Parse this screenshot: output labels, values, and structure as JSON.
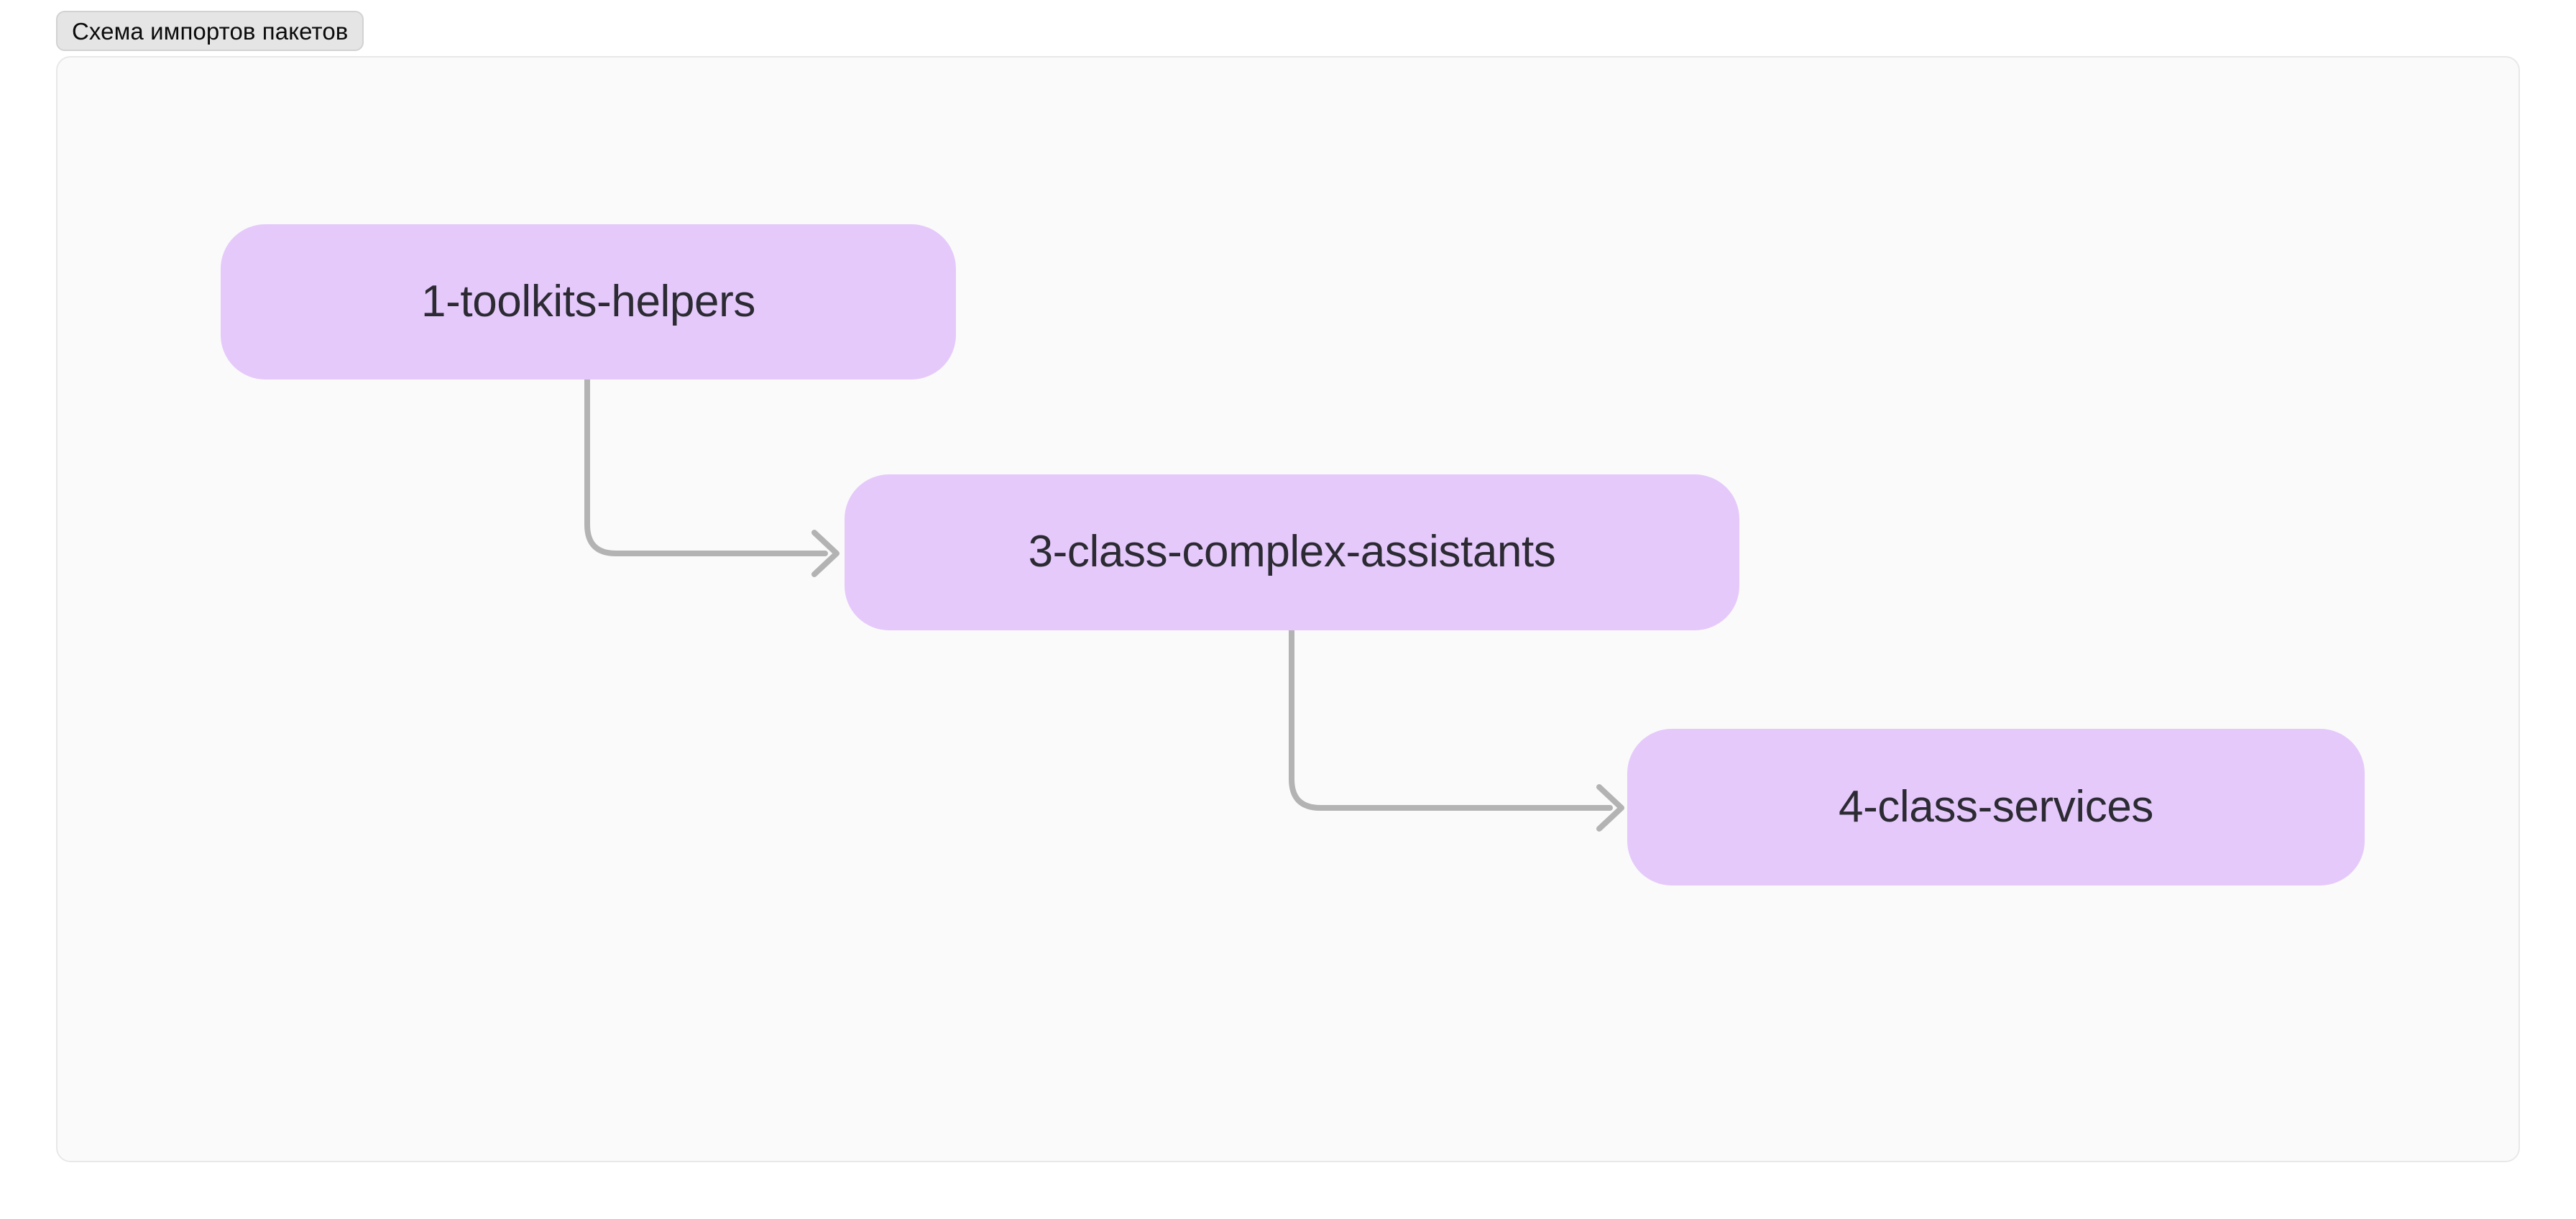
{
  "tab": {
    "label": "Схема импортов пакетов",
    "name": "diagram-tab"
  },
  "diagram": {
    "type": "flowchart",
    "direction": "left-to-right-cascading",
    "background_color": "#fafafa",
    "border_color": "#e8e8e8",
    "node_fill_color": "#e5c9fb",
    "node_text_color": "#2c2b33",
    "edge_color": "#b3b3b3",
    "nodes": [
      {
        "id": "1-toolkits-helpers",
        "label": "1-toolkits-helpers"
      },
      {
        "id": "3-class-complex-assistants",
        "label": "3-class-complex-assistants"
      },
      {
        "id": "4-class-services",
        "label": "4-class-services"
      }
    ],
    "edges": [
      {
        "from": "1-toolkits-helpers",
        "to": "3-class-complex-assistants",
        "style": "elbow-arrow"
      },
      {
        "from": "3-class-complex-assistants",
        "to": "4-class-services",
        "style": "elbow-arrow"
      }
    ]
  }
}
